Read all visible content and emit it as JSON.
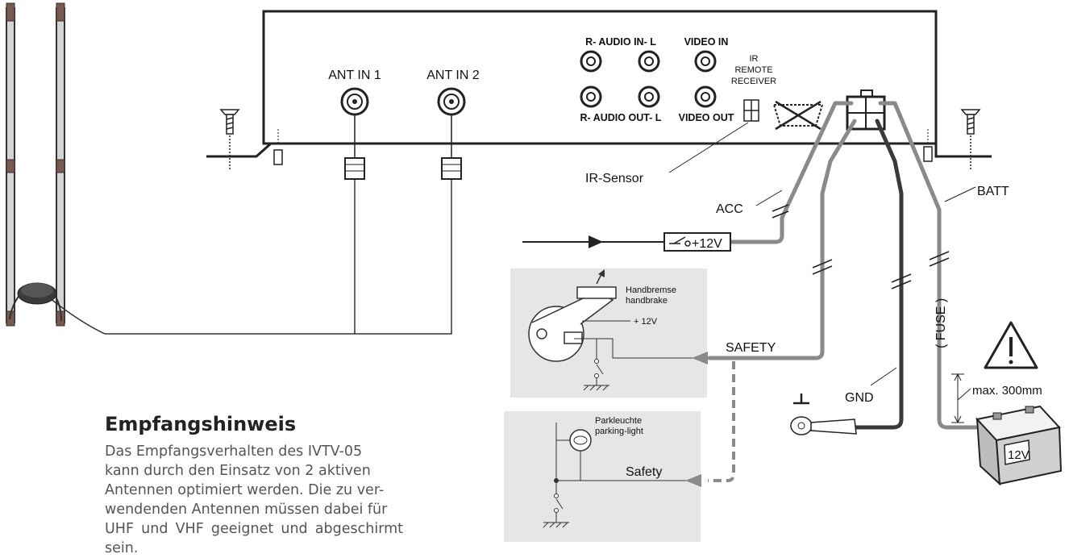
{
  "device": {
    "ant_in_1": "ANT IN 1",
    "ant_in_2": "ANT IN 2",
    "r_audio_in_l": "R- AUDIO IN- L",
    "video_in": "VIDEO IN",
    "r_audio_out_l": "R- AUDIO OUT- L",
    "video_out": "VIDEO OUT",
    "ir_remote_receiver": [
      "IR",
      "REMOTE",
      "RECEIVER"
    ]
  },
  "wiring": {
    "ir_sensor": "IR-Sensor",
    "acc": "ACC",
    "batt": "BATT",
    "plus12v": "+12V",
    "safety_upper": "SAFETY",
    "safety_lower": "Safety",
    "gnd": "GND",
    "fuse": "( FUSE )",
    "max_distance": "max. 300mm",
    "battery_label": "12V"
  },
  "handbrake_box": {
    "line1": "Handbremse",
    "line2": "handbrake",
    "voltage": "+ 12V"
  },
  "parking_box": {
    "line1": "Parkleuchte",
    "line2": "parking-light"
  },
  "note": {
    "heading": "Empfangshinweis",
    "body": "Das Empfangsverhalten des IVTV-05\nkann durch den Einsatz von 2 aktiven\nAntennen optimiert werden. Die zu ver-\nwendenden Antennen müssen dabei für\nUHF und VHF geeignet und abgeschirmt sein."
  },
  "colors": {
    "cable_gray": "#8a8a8a",
    "cable_dark": "#3a3a3a",
    "box_fill": "#e6e6e6",
    "antenna_fill": "#d4d4d4"
  }
}
